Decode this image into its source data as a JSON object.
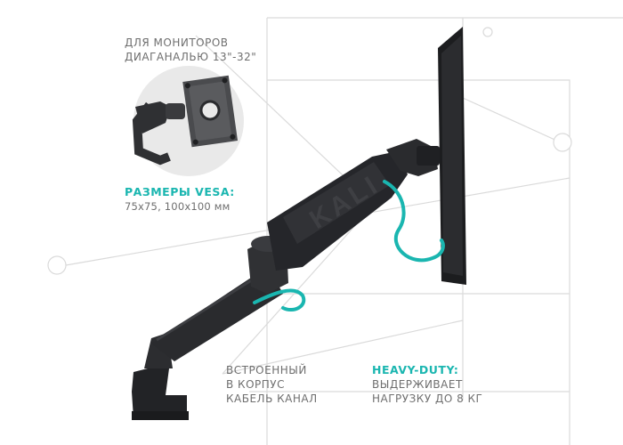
{
  "monitors": {
    "line1": "Для мониторов",
    "line2": "диаганалью 13\"-32\""
  },
  "vesa": {
    "title": "Размеры VESA:",
    "value": "75x75, 100x100 мм"
  },
  "cable": {
    "line1": "Встроенный",
    "line2": "в корпус",
    "line3": "кабель канал"
  },
  "heavy_duty": {
    "title": "Heavy-duty:",
    "line1": "выдерживает",
    "line2": "нагрузку до 8 кг"
  },
  "colors": {
    "accent": "#1ab6b0",
    "text": "#6f6f6f",
    "arm": "#2a2b2e",
    "guide_lines": "#d6d6d6"
  }
}
